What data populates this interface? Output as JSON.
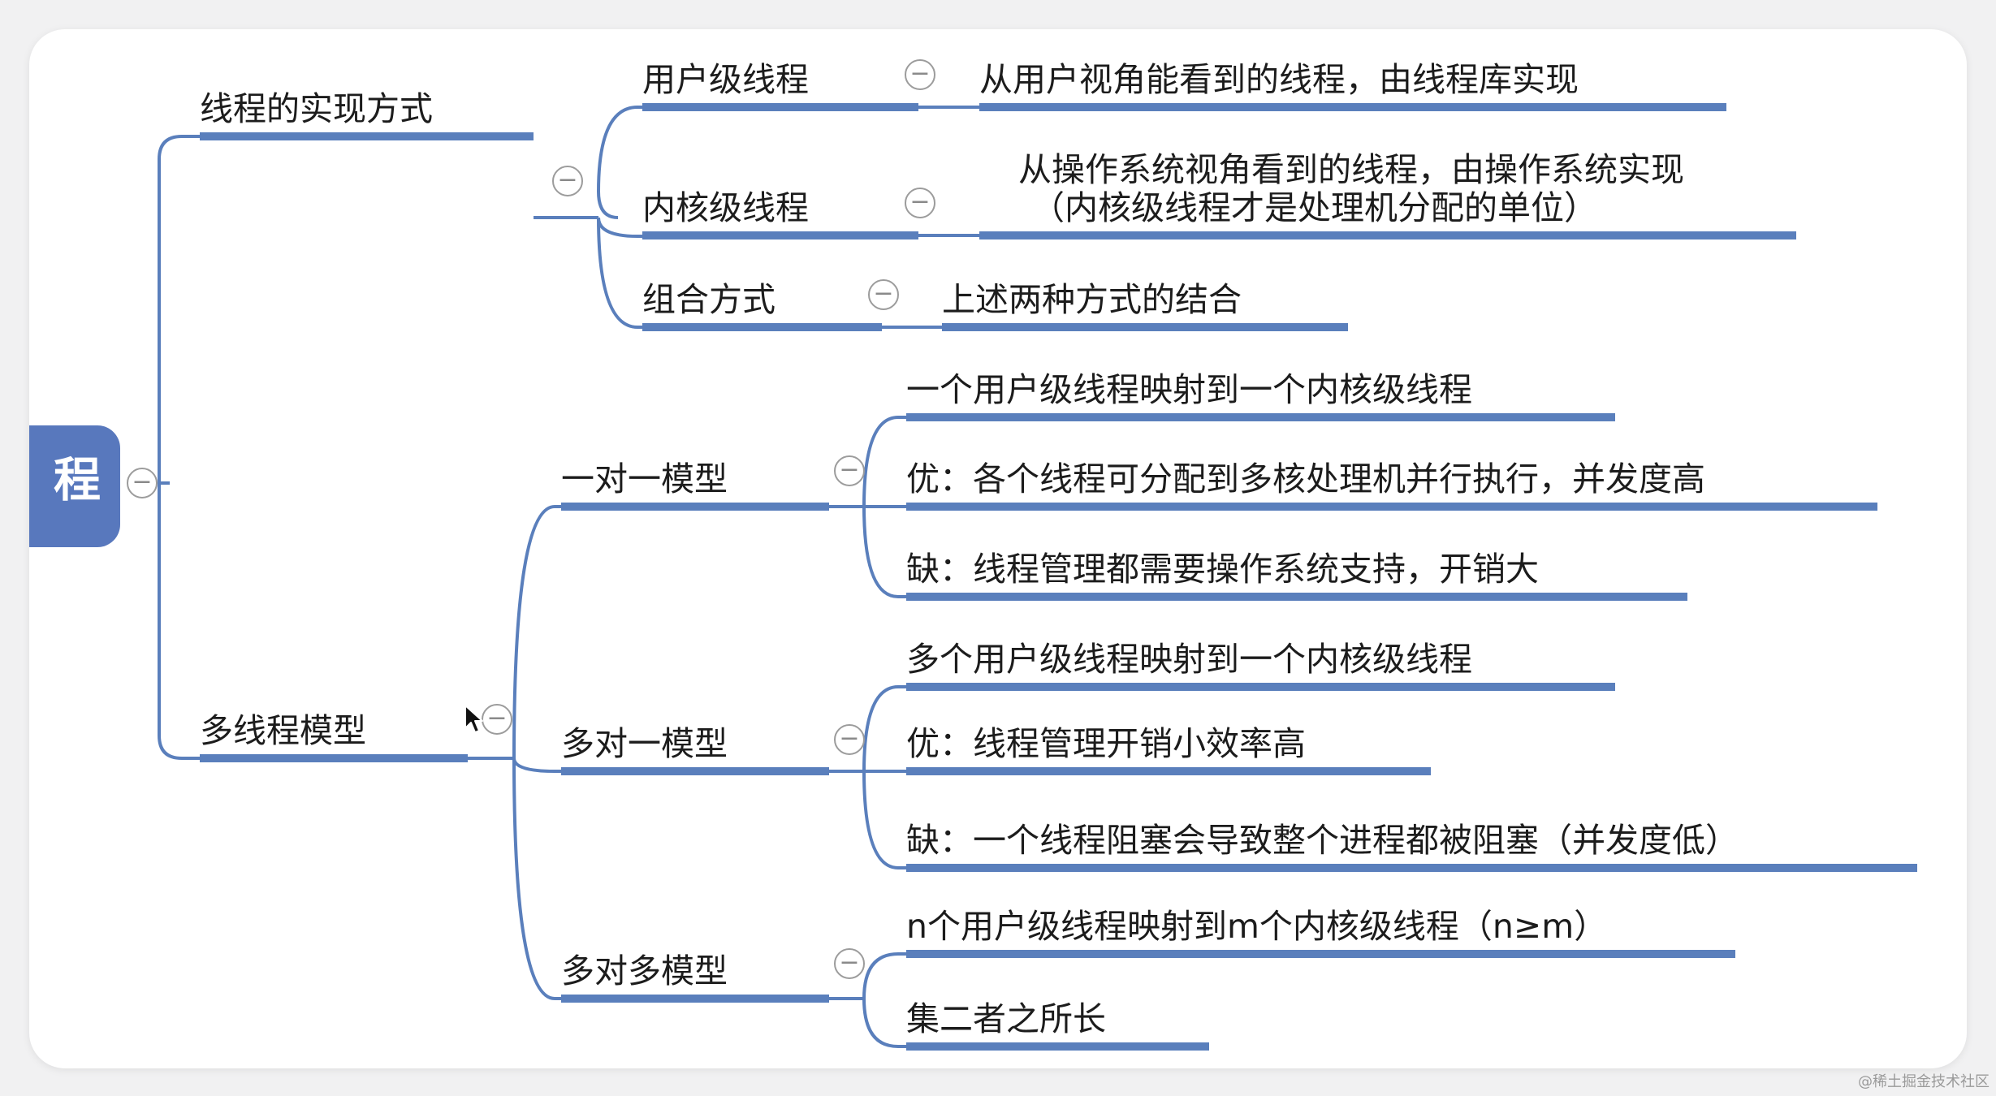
{
  "colors": {
    "link": "#5a7fbc",
    "node_underline": "#5a7fbc",
    "root_fill": "#5878bd",
    "collapse_border": "#9c9c9c",
    "page_background": "#f1f1f2"
  },
  "root": {
    "label": "程"
  },
  "collapse_symbol": "−",
  "branches": {
    "implementation": {
      "label": "线程的实现方式",
      "user": {
        "label": "用户级线程",
        "desc": "从用户视角能看到的线程，由线程库实现"
      },
      "kernel": {
        "label": "内核级线程",
        "desc_line1": "从操作系统视角看到的线程，由操作系统实现",
        "desc_line2": "（内核级线程才是处理机分配的单位）"
      },
      "combo": {
        "label": "组合方式",
        "desc": "上述两种方式的结合"
      }
    },
    "models": {
      "label": "多线程模型",
      "one_to_one": {
        "label": "一对一模型",
        "items": [
          "一个用户级线程映射到一个内核级线程",
          "优：各个线程可分配到多核处理机并行执行，并发度高",
          "缺：线程管理都需要操作系统支持，开销大"
        ]
      },
      "many_to_one": {
        "label": "多对一模型",
        "items": [
          "多个用户级线程映射到一个内核级线程",
          "优：线程管理开销小效率高",
          "缺：一个线程阻塞会导致整个进程都被阻塞（并发度低）"
        ]
      },
      "many_to_many": {
        "label": "多对多模型",
        "items": [
          "n个用户级线程映射到m个内核级线程（n≥m）",
          "集二者之所长"
        ]
      }
    }
  },
  "watermark": "@稀土掘金技术社区",
  "icons": {
    "cursor": "mouse-pointer-icon",
    "collapse": "collapse-minus-icon"
  }
}
